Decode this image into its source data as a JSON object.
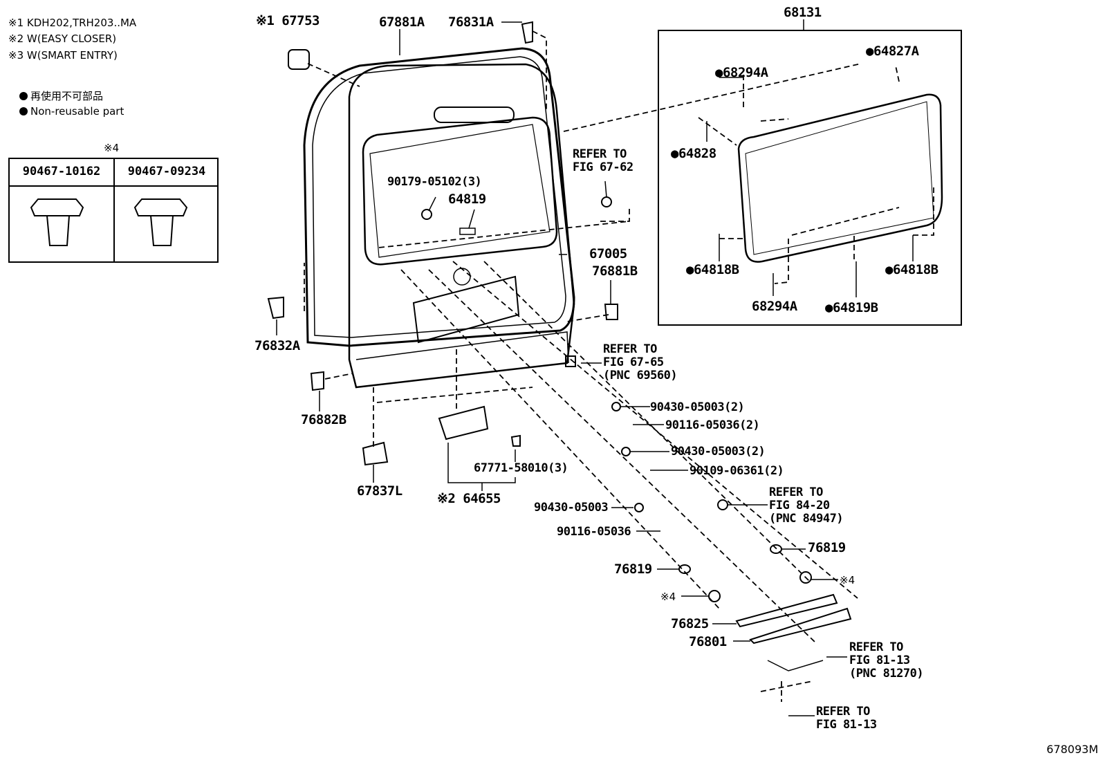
{
  "notes": {
    "n1": "※1 KDH202,TRH203..MA",
    "n2": "※2 W(EASY CLOSER)",
    "n3": "※3 W(SMART ENTRY)"
  },
  "legend": {
    "jp": "再使用不可部品",
    "en": "Non-reusable part"
  },
  "clip_table": {
    "mark": "※4",
    "col1": "90467-10162",
    "col2": "90467-09234"
  },
  "parts": {
    "p67753": "※1 67753",
    "p67881A": "67881A",
    "p76831A": "76831A",
    "p68131": "68131",
    "p64827A": "●64827A",
    "p68294A_top": "●68294A",
    "p64828": "●64828",
    "p64818B_l": "●64818B",
    "p64818B_r": "●64818B",
    "p68294A_bot": "68294A",
    "p64819B": "●64819B",
    "p90179": "90179-05102(3)",
    "p64819": "64819",
    "ref6762_a": "REFER TO",
    "ref6762_b": "FIG 67-62",
    "p67005": "67005",
    "p76881B": "76881B",
    "p76832A": "76832A",
    "ref6765_a": "REFER TO",
    "ref6765_b": "FIG 67-65",
    "ref6765_c": "(PNC 69560)",
    "p90430_1": "90430-05003(2)",
    "p90116_1": "90116-05036(2)",
    "p90430_2": "90430-05003(2)",
    "p90109": "90109-06361(2)",
    "p76882B": "76882B",
    "p67771": "67771-58010(3)",
    "p67837L": "67837L",
    "p64655": "※2 64655",
    "p90430_3": "90430-05003",
    "ref8420_a": "REFER TO",
    "ref8420_b": "FIG 84-20",
    "ref8420_c": "(PNC 84947)",
    "p90116_2": "90116-05036",
    "p76819_r": "76819",
    "p76819_l": "76819",
    "mark4_r": "※4",
    "mark4_l": "※4",
    "p76825": "76825",
    "p76801": "76801",
    "ref8113_a": "REFER TO",
    "ref8113_b": "FIG 81-13",
    "ref8113_c": "(PNC 81270)",
    "ref8113b_a": "REFER TO",
    "ref8113b_b": "FIG 81-13"
  },
  "diagram_id": "678093M"
}
